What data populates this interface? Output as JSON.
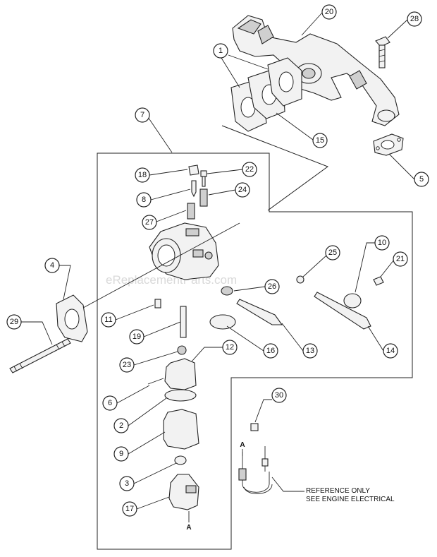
{
  "callouts": [
    "1",
    "2",
    "3",
    "4",
    "5",
    "6",
    "7",
    "8",
    "9",
    "10",
    "11",
    "12",
    "13",
    "14",
    "15",
    "16",
    "17",
    "18",
    "19",
    "20",
    "21",
    "22",
    "23",
    "24",
    "25",
    "26",
    "27",
    "28",
    "29",
    "30"
  ],
  "reference_note": [
    "REFERENCE ONLY",
    "SEE ENGINE ELECTRICAL"
  ],
  "watermark": "eReplacementParts.com",
  "connector_marker": "A"
}
